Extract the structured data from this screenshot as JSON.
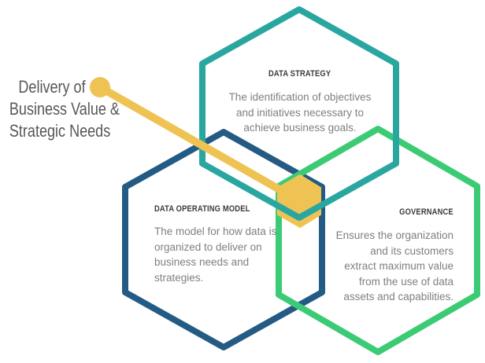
{
  "colors": {
    "teal": "#2AA6A1",
    "blue": "#235B84",
    "green": "#3CCB75",
    "yellow": "#EFC353",
    "title_text": "#3B3B3B",
    "body_text": "#7F7F7F",
    "label_text": "#57575A"
  },
  "side_label": {
    "lines": [
      "Delivery of",
      "Business Value &",
      "Strategic Needs"
    ]
  },
  "hexagons": {
    "strategy": {
      "title": "DATA STRATEGY",
      "lines": [
        "The identification of objectives",
        "and initiatives necessary to",
        "achieve business goals."
      ]
    },
    "operating_model": {
      "title": "DATA OPERATING MODEL",
      "lines": [
        "The model for how data is",
        "organized to deliver on",
        "business needs and",
        "strategies."
      ]
    },
    "governance": {
      "title": "GOVERNANCE",
      "lines": [
        "Ensures the organization",
        "and its customers",
        "extract maximum value",
        "from the use of data",
        "assets and capabilities."
      ]
    }
  }
}
